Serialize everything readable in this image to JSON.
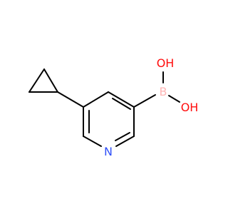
{
  "molecule": {
    "atoms": [
      {
        "id": "n1",
        "label": "N",
        "color": "#3050f8"
      },
      {
        "id": "b1",
        "label": "B",
        "color": "#ffb5b5"
      },
      {
        "id": "o1",
        "label": "OH",
        "color": "#ff0d0d"
      },
      {
        "id": "o2",
        "label": "OH",
        "color": "#ff0d0d"
      }
    ],
    "bond_color": "#000000"
  }
}
